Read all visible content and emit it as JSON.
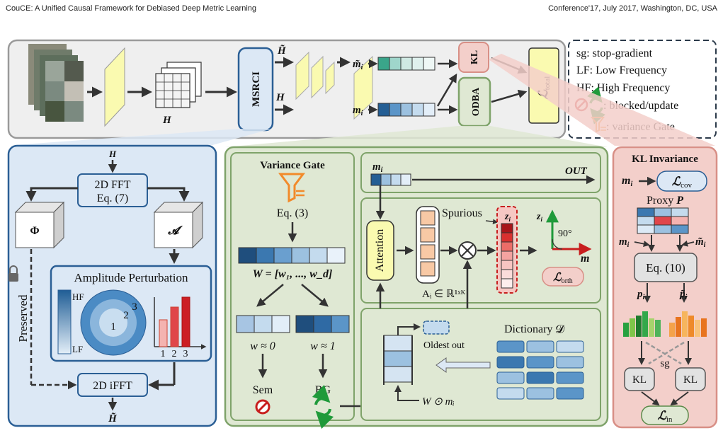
{
  "header": {
    "left": "CouCE: A Unified Causal Framework for Debiased Deep Metric Learning",
    "right": "Conference'17, July 2017, Washington, DC, USA"
  },
  "top": {
    "h": "H",
    "h_tilde": "H̃",
    "h2": "H",
    "msrci": "MSRCI",
    "m_tilde": "m̃",
    "m_tilde_sub": "i",
    "m": "m",
    "m_sub": "i",
    "kl": "KL",
    "odba": "ODBA",
    "ltotal": "ℒ",
    "ltotal_sub": "total"
  },
  "legend": {
    "sg": "sg: stop-gradient",
    "lf": "LF: Low Frequency",
    "hf": "HF: High Frequency",
    "blocked": ": blocked/update",
    "gate": ": variance Gate"
  },
  "msrci_panel": {
    "h_in": "H",
    "fft": "2D FFT",
    "eq7": "Eq. (7)",
    "phi": "Φ",
    "amp_sym": "𝓐",
    "amp_title": "Amplitude Perturbation",
    "hf": "HF",
    "lf": "LF",
    "r1": "1",
    "r2": "2",
    "r3": "3",
    "b1": "1",
    "b2": "2",
    "b3": "3",
    "preserved": "Preserved",
    "ifft": "2D iFFT",
    "h_out": "H̃"
  },
  "odba_panel": {
    "vg_title": "Variance Gate",
    "eq3": "Eq. (3)",
    "w_formula": "W = [w₁, ..., w_d]",
    "w0": "w ≈ 0",
    "w1": "w  ≈ 1",
    "sem": "Sem",
    "bg": "BG",
    "m_top": "m",
    "m_top_sub": "i",
    "out": "OUT",
    "attention": "Attention",
    "spurious": "Spurious",
    "z": "z",
    "z_sub": "i",
    "ai": "Aᵢ ∈ ℝ¹ˣᴷ",
    "angle": "90°",
    "z_axis": "z",
    "z_axis_sub": "i",
    "m_axis": "m",
    "lorth": "ℒ",
    "lorth_sub": "orth",
    "oldest": "Oldest out",
    "dictionary": "Dictionary 𝓓",
    "w_odot": "W ⊙ mᵢ"
  },
  "kl_panel": {
    "title": "KL Invariance",
    "m": "m",
    "m_sub": "i",
    "lcov": "ℒ",
    "lcov_sub": "cov",
    "proxy": "Proxy ",
    "proxy_p": "P",
    "m2": "m",
    "m2_sub": "i",
    "mt": "m̃",
    "mt_sub": "i",
    "eq10": "Eq. (10)",
    "p": "p",
    "p_sub": "i",
    "pt": "p̃",
    "pt_sub": "i",
    "sg": "sg",
    "kl1": "KL",
    "kl2": "KL",
    "lin": "ℒ",
    "lin_sub": "in"
  },
  "colors": {
    "msrci_bg": "#dce8f5",
    "odba_bg": "#dfe8d3",
    "kl_bg": "#f3cfca",
    "top_bg": "#efefef",
    "yellow": "#fafab0",
    "accent_red": "#d42020",
    "accent_green": "#2aa84a"
  }
}
